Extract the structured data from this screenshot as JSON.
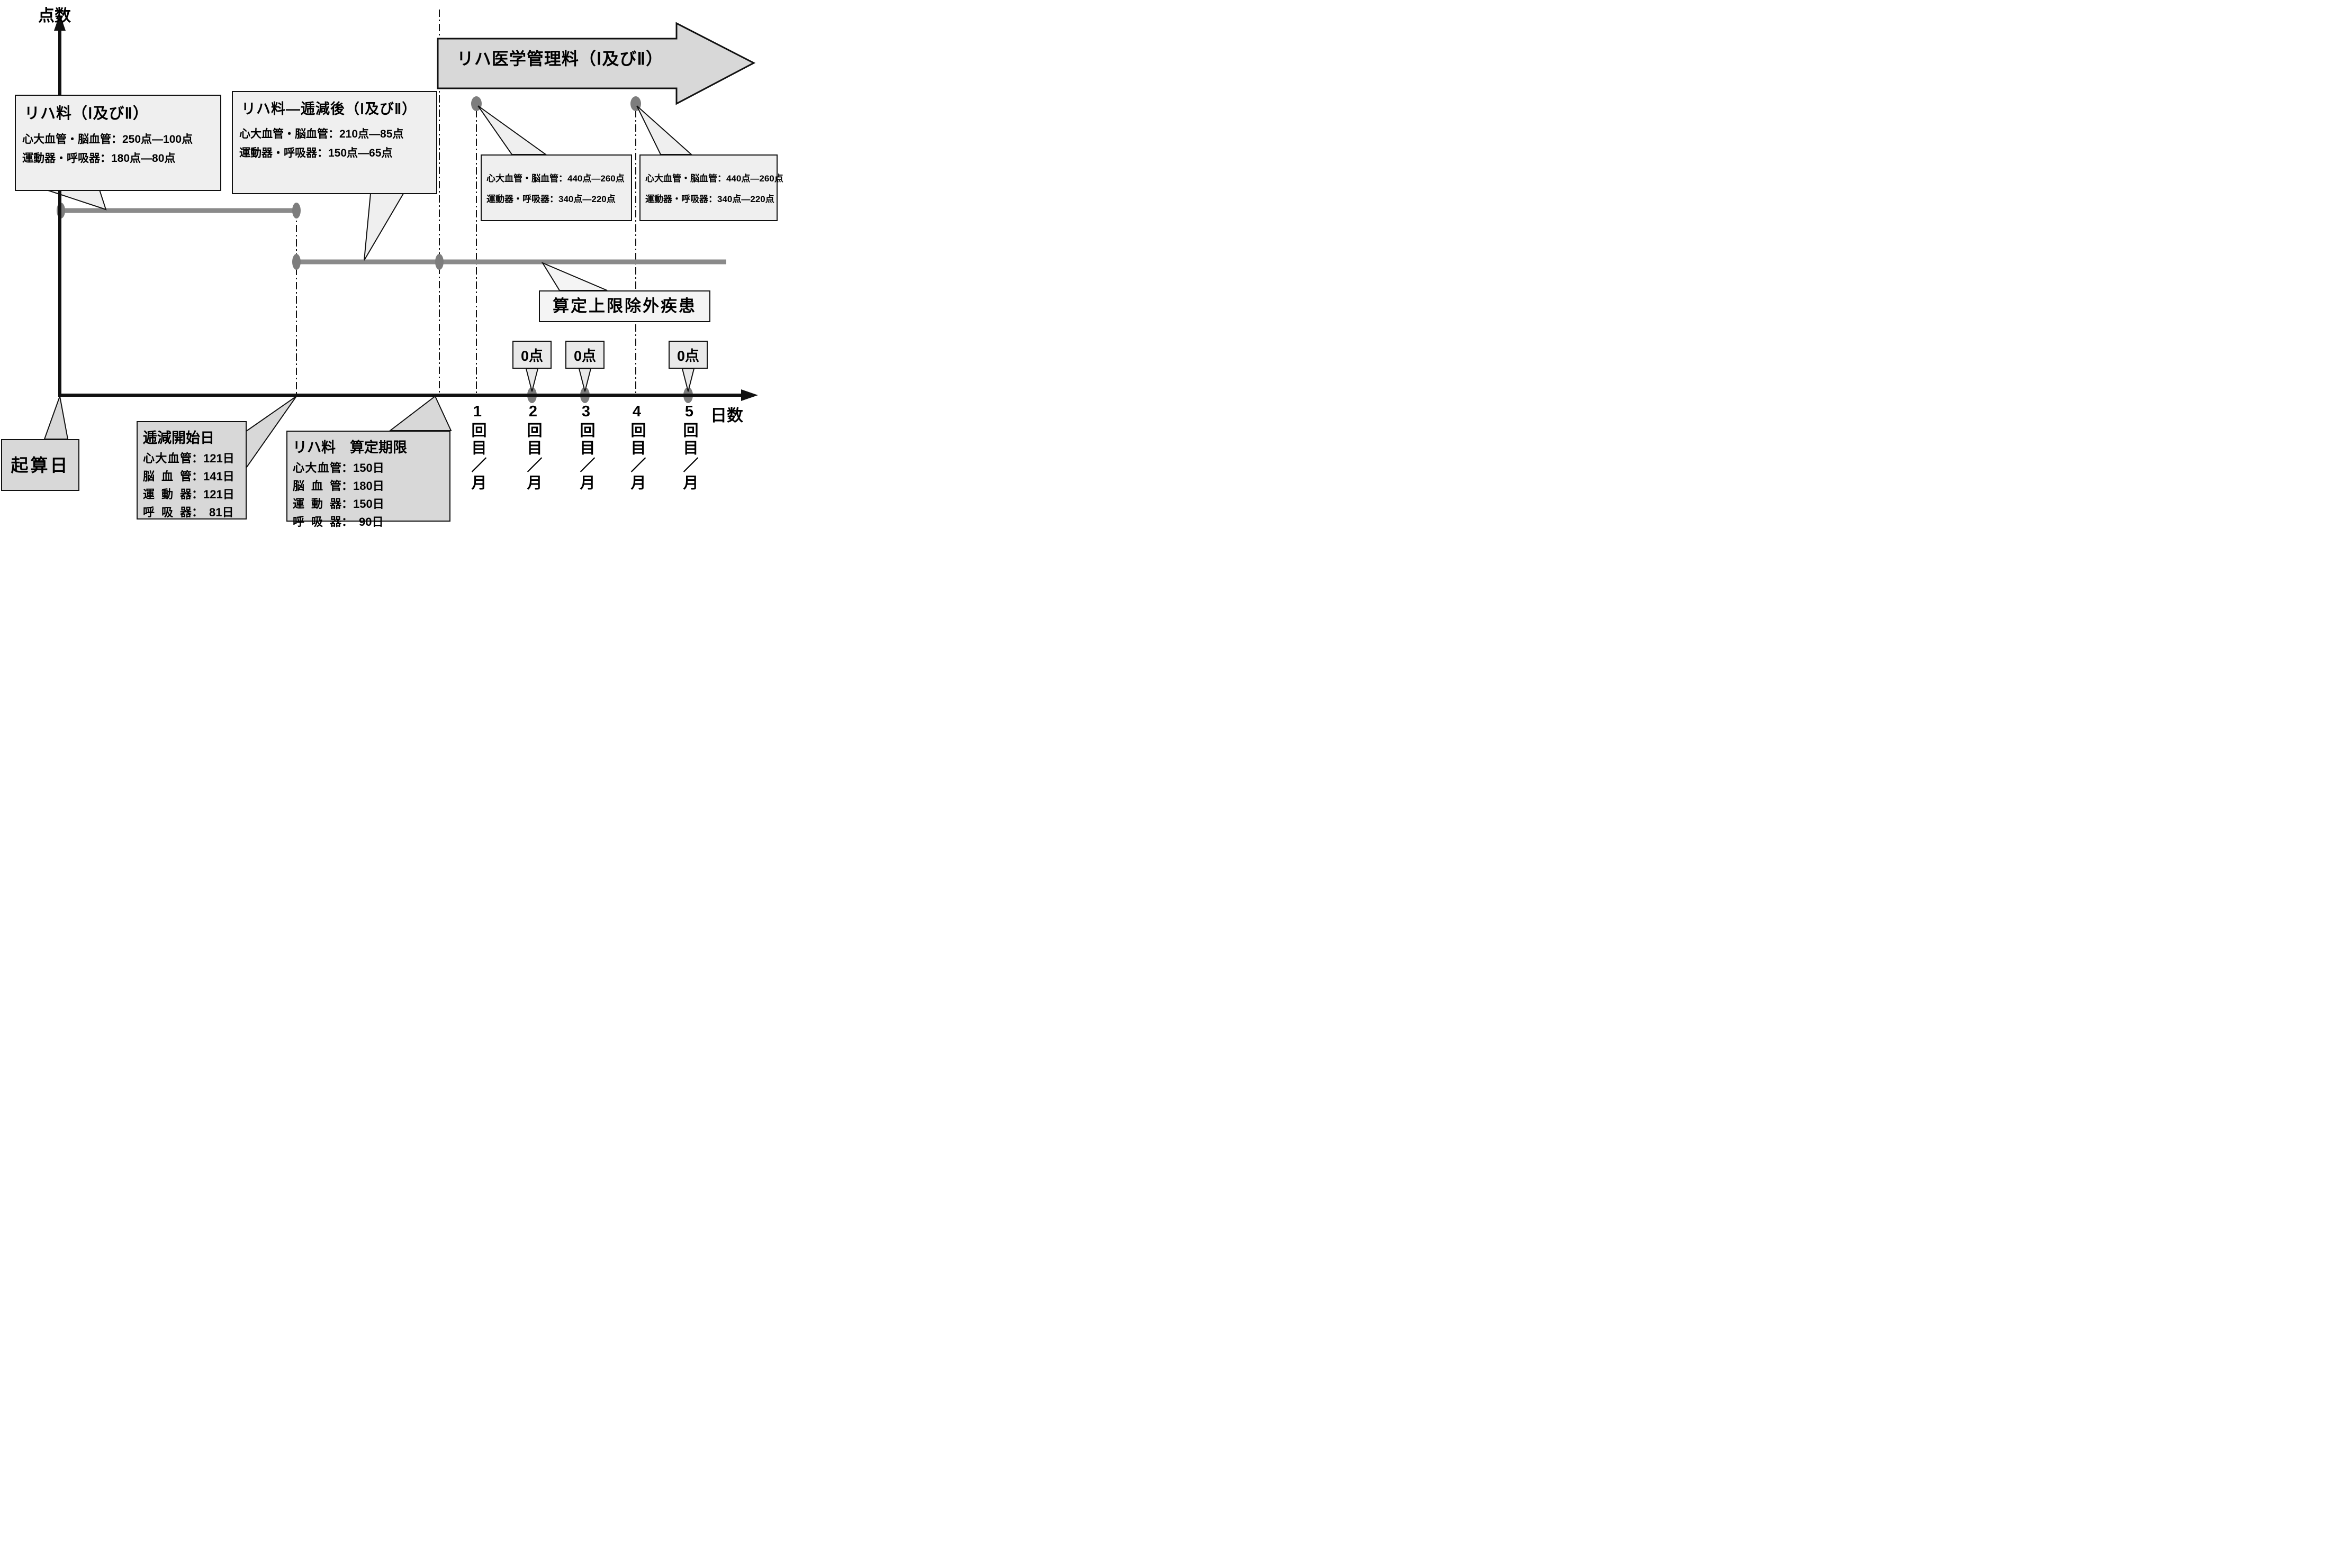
{
  "axes": {
    "y_label": "点数",
    "x_label": "日数"
  },
  "top_arrow": {
    "label": "リハ医学管理料（Ⅰ及びⅡ）"
  },
  "callouts": {
    "riha": {
      "title": "リハ料（Ⅰ及びⅡ）",
      "line1": "心大血管・脳血管：250点―100点",
      "line2": "運動器・呼吸器：180点―80点"
    },
    "teigengo": {
      "title": "リハ料―逓減後（Ⅰ及びⅡ）",
      "line1": "心大血管・脳血管：210点―85点",
      "line2": "運動器・呼吸器：150点―65点"
    },
    "kanri1": {
      "line1": "心大血管・脳血管：440点―260点",
      "line2": "運動器・呼吸器：340点―220点"
    },
    "kanri2": {
      "line1": "心大血管・脳血管：440点―260点",
      "line2": "運動器・呼吸器：340点―220点"
    },
    "santei_exempt": {
      "label": "算定上限除外疾患"
    },
    "kisanbi": {
      "label": "起算日"
    },
    "teigen_start": {
      "title": "逓減開始日",
      "rows": [
        {
          "label": "心大血管",
          "value": "：121日"
        },
        {
          "label": "脳血管",
          "value": "：141日"
        },
        {
          "label": "運動器",
          "value": "：121日"
        },
        {
          "label": "呼吸器",
          "value": "：　81日"
        }
      ]
    },
    "santei_kigen": {
      "title": "リハ料　算定期限",
      "rows": [
        {
          "label": "心大血管",
          "value": "：150日"
        },
        {
          "label": "脳血管",
          "value": "：180日"
        },
        {
          "label": "運動器",
          "value": "：150日"
        },
        {
          "label": "呼吸器",
          "value": "：　90日"
        }
      ]
    }
  },
  "zero_points": [
    "0点",
    "0点",
    "0点"
  ],
  "x_ticks": [
    {
      "label": "1回目／月"
    },
    {
      "label": "2回目／月"
    },
    {
      "label": "3回目／月"
    },
    {
      "label": "4回目／月"
    },
    {
      "label": "5回目／月"
    }
  ],
  "colors": {
    "line_gray": "#8a8a8a",
    "dot_gray": "#7d7d7d",
    "bubble_fill": "#efefef",
    "block_fill": "#d8d8d8",
    "axis_black": "#111111"
  }
}
